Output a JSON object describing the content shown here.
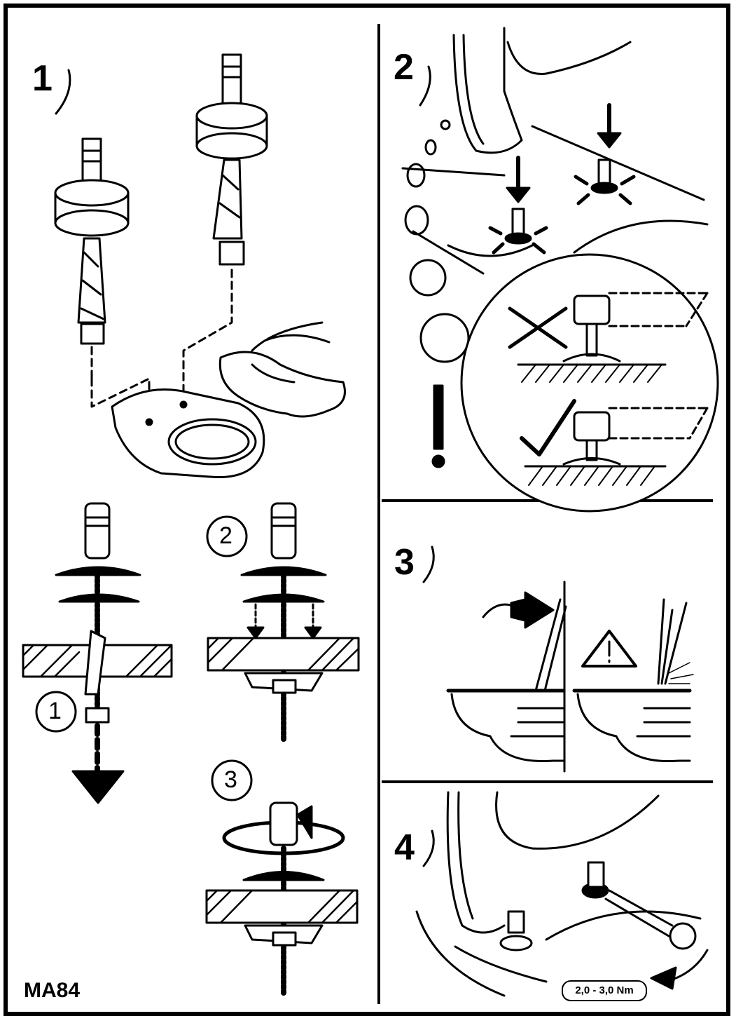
{
  "steps": {
    "s1": "1",
    "s2": "2",
    "s3": "3",
    "s4": "4"
  },
  "substeps": {
    "a": "1",
    "b": "2",
    "c": "3"
  },
  "torque_label": "2,0 - 3,0 Nm",
  "model_code": "MA84",
  "icons": [
    "caution-exclamation-icon",
    "warning-triangle-icon",
    "cross-mark-icon",
    "check-mark-icon",
    "down-arrow-icon",
    "rotate-arrow-icon"
  ]
}
